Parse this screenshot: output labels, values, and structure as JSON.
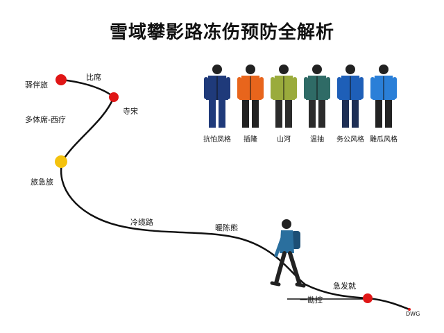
{
  "title": "雪域攀影路冻伤预防全解析",
  "route_labels": {
    "top_left": "驿伴旅",
    "top_mid": "比席",
    "mid_right": "寺宋",
    "left_mid": "多体席-西疗",
    "left_lower": "旅急旅",
    "valley_1": "冷缆路",
    "valley_2": "暖陈熊",
    "lower_right": "急发就",
    "bottom": "一勘控",
    "end_tag": "DWG"
  },
  "gear": [
    {
      "label": "抗怕凤格",
      "jacket": "#1f3a7a",
      "pants": "#1f3a7a"
    },
    {
      "label": "插隆",
      "jacket": "#e8651c",
      "pants": "#222222"
    },
    {
      "label": "山河",
      "jacket": "#9aab3c",
      "pants": "#2b2b2b"
    },
    {
      "label": "温抽",
      "jacket": "#2f6b66",
      "pants": "#2b2b2b"
    },
    {
      "label": "务公风格",
      "jacket": "#1e5fb8",
      "pants": "#1e2f55"
    },
    {
      "label": "雕瓜风格",
      "jacket": "#2a7fd8",
      "pants": "#222222"
    }
  ],
  "colors": {
    "marker_red": "#e01616",
    "marker_yellow": "#f4c20d",
    "hiker_jacket": "#2a6f9e",
    "hiker_pack": "#1d4f75"
  }
}
